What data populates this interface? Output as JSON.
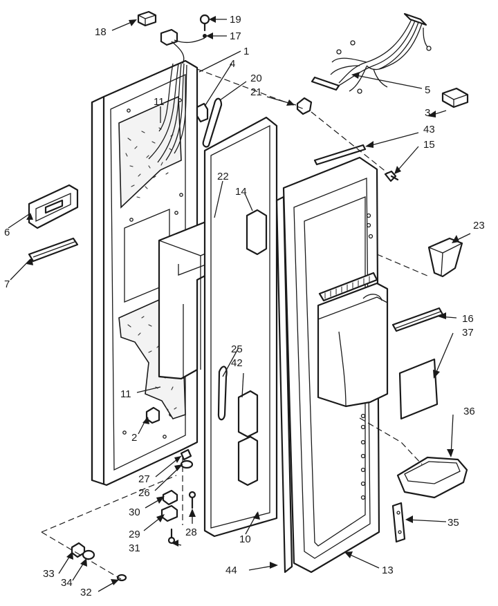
{
  "callouts": [
    {
      "id": "c1",
      "text": "1"
    },
    {
      "id": "c2",
      "text": "2"
    },
    {
      "id": "c3",
      "text": "3"
    },
    {
      "id": "c4",
      "text": "4"
    },
    {
      "id": "c5",
      "text": "5"
    },
    {
      "id": "c6",
      "text": "6"
    },
    {
      "id": "c7",
      "text": "7"
    },
    {
      "id": "c10",
      "text": "10"
    },
    {
      "id": "c11a",
      "text": "11"
    },
    {
      "id": "c11b",
      "text": "11"
    },
    {
      "id": "c13",
      "text": "13"
    },
    {
      "id": "c14",
      "text": "14"
    },
    {
      "id": "c15",
      "text": "15"
    },
    {
      "id": "c16",
      "text": "16"
    },
    {
      "id": "c17",
      "text": "17"
    },
    {
      "id": "c18",
      "text": "18"
    },
    {
      "id": "c19",
      "text": "19"
    },
    {
      "id": "c20",
      "text": "20"
    },
    {
      "id": "c21",
      "text": "21"
    },
    {
      "id": "c22",
      "text": "22"
    },
    {
      "id": "c23",
      "text": "23"
    },
    {
      "id": "c25",
      "text": "25"
    },
    {
      "id": "c26",
      "text": "26"
    },
    {
      "id": "c27",
      "text": "27"
    },
    {
      "id": "c28",
      "text": "28"
    },
    {
      "id": "c29",
      "text": "29"
    },
    {
      "id": "c30",
      "text": "30"
    },
    {
      "id": "c31",
      "text": "31"
    },
    {
      "id": "c32",
      "text": "32"
    },
    {
      "id": "c33",
      "text": "33"
    },
    {
      "id": "c34",
      "text": "34"
    },
    {
      "id": "c35",
      "text": "35"
    },
    {
      "id": "c36",
      "text": "36"
    },
    {
      "id": "c37",
      "text": "37"
    },
    {
      "id": "c42",
      "text": "42"
    },
    {
      "id": "c43",
      "text": "43"
    },
    {
      "id": "c44",
      "text": "44"
    }
  ]
}
